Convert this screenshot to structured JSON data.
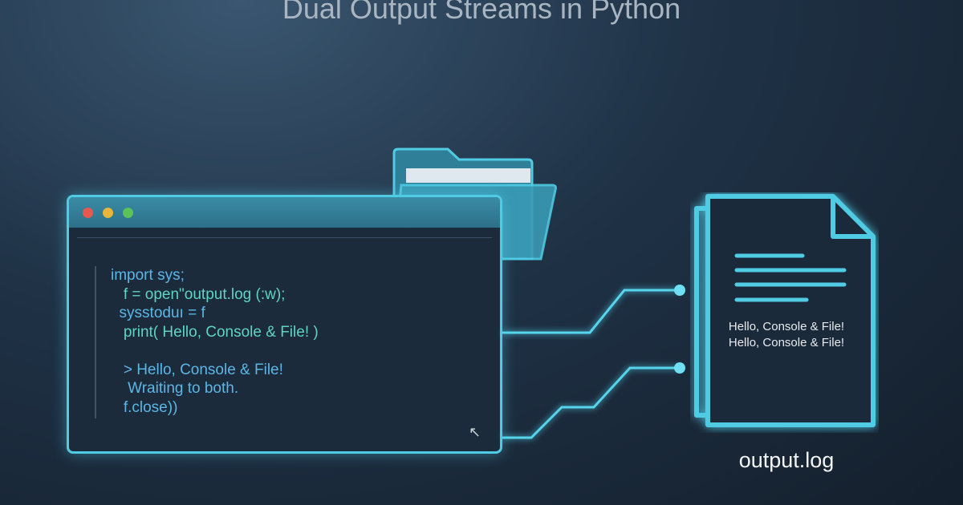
{
  "title": "Dual Output Streams in Python",
  "terminal": {
    "code_lines": [
      "import sys;",
      "   f = open\"output.log (:w);",
      "  sysstoduı = f",
      "   print( Hello, Console & File! )",
      "",
      "   > Hello, Console & File!",
      "    Wraiting to both.",
      "   f.close))"
    ]
  },
  "file": {
    "content_lines": [
      "Hello, Console & File!",
      "Hello, Console & File!"
    ],
    "label": "output.log"
  },
  "colors": {
    "accent": "#4fcbe3",
    "code": "#5fd4c6",
    "keyword": "#5bb6e6"
  }
}
